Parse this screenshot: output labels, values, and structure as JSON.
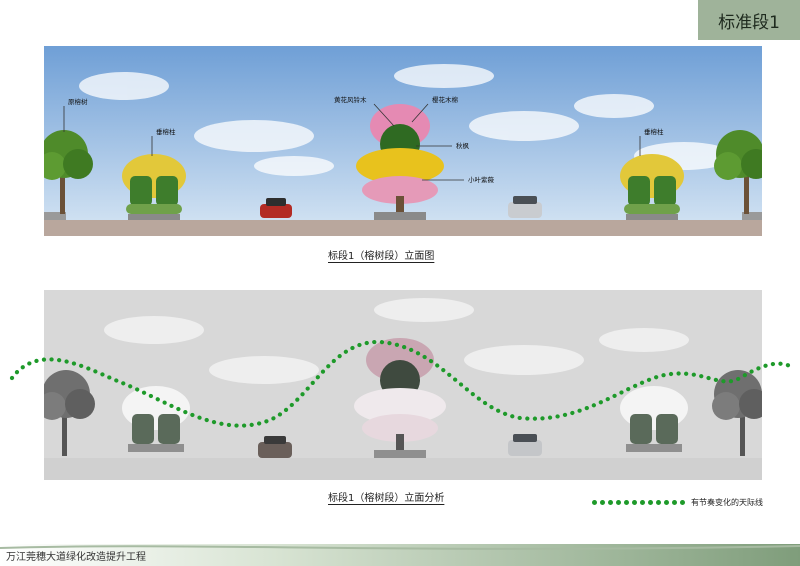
{
  "header": {
    "badge": "标准段1"
  },
  "elevation": {
    "caption": "标段1（榕树段）立面图",
    "labels": {
      "yuanrongshu": "原榕树",
      "chuirongzhu_left": "垂榕柱",
      "huanghua": "黄花风铃木",
      "yinghua": "樱花木棉",
      "qiufeng": "秋枫",
      "xiaoye": "小叶紫薇",
      "chuirongzhu_right": "垂榕柱"
    }
  },
  "analysis": {
    "caption": "标段1（榕树段）立面分析",
    "legend": "有节奏变化的天际线"
  },
  "footer": {
    "project": "万江莞穗大道绿化改造提升工程"
  },
  "colors": {
    "badge_bg": "#9fb39a",
    "skyline_dot": "#1e9a2a",
    "sky": "#8fb6e0",
    "road": "#b9a79d",
    "footer_band": "#8aa585"
  }
}
